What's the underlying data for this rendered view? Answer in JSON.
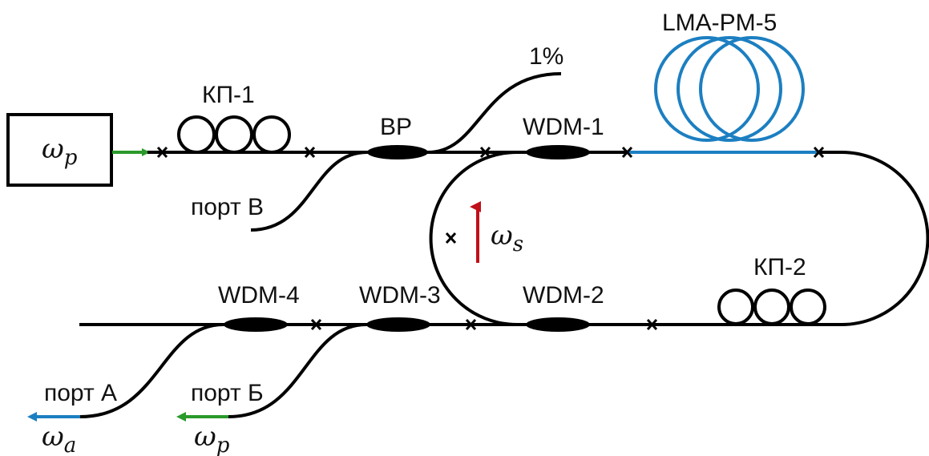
{
  "colors": {
    "black": "#000000",
    "blue": "#1c7fc1",
    "green": "#2a9a2a",
    "red": "#c0101a"
  },
  "labels": {
    "pump": "ω",
    "pump_sub": "p",
    "kp1": "КП-1",
    "bp": "BP",
    "one_percent": "1%",
    "lma": "LMA-PM-5",
    "wdm1": "WDM-1",
    "port_v": "порт В",
    "omega_s": "ω",
    "omega_s_sub": "s",
    "kp2": "КП-2",
    "wdm4": "WDM-4",
    "wdm3": "WDM-3",
    "wdm2": "WDM-2",
    "port_a": "порт А",
    "port_b": "порт Б",
    "omega_a": "ω",
    "omega_a_sub": "a",
    "omega_p2": "ω",
    "omega_p2_sub": "p"
  }
}
